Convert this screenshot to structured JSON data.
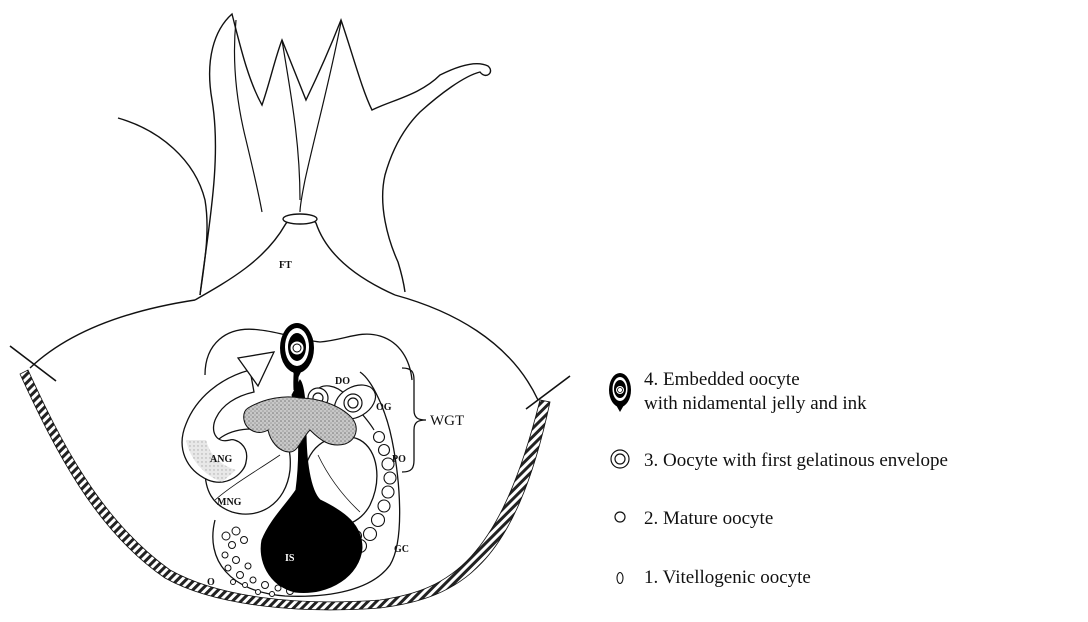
{
  "diagram": {
    "labels": {
      "ft": "FT",
      "do": "DO",
      "og": "OG",
      "po": "PO",
      "wgt": "WGT",
      "ang": "ANG",
      "mng": "MNG",
      "is": "IS",
      "o": "O",
      "gc": "GC"
    }
  },
  "legend": {
    "items": [
      {
        "number": "4.",
        "line1": "Embedded oocyte",
        "line2": "with nidamental jelly and ink",
        "icon": "embedded-oocyte-icon"
      },
      {
        "number": "3.",
        "line1": "Oocyte with first gelatinous envelope",
        "icon": "gelatinous-oocyte-icon"
      },
      {
        "number": "2.",
        "line1": "Mature oocyte",
        "icon": "mature-oocyte-icon"
      },
      {
        "number": "1.",
        "line1": "Vitellogenic oocyte",
        "icon": "vitellogenic-oocyte-icon"
      }
    ]
  },
  "colors": {
    "ink": "#111111",
    "gland_grey": "#9a9a9a",
    "ink_sac": "#000000",
    "background": "#ffffff"
  }
}
